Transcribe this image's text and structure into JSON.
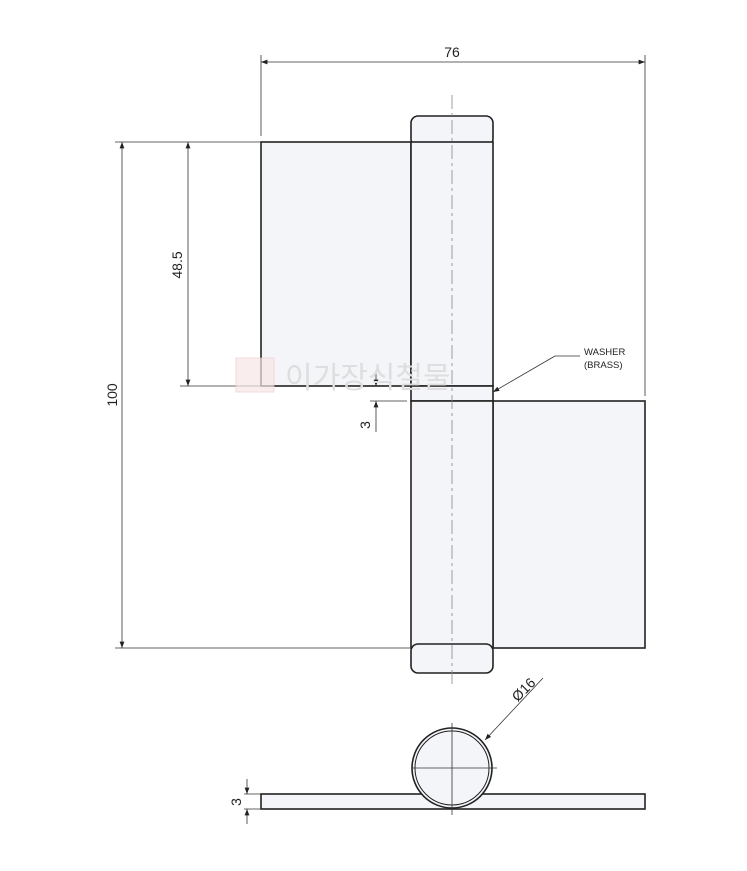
{
  "drawing": {
    "dimensions": {
      "width": "76",
      "height": "100",
      "leaf_height": "48.5",
      "washer_gap": "3",
      "pin_diameter": "Ø16",
      "plate_thickness": "3"
    },
    "callout": {
      "line1": "WASHER",
      "line2": "(BRASS)"
    },
    "watermark": "이가장식철물",
    "colors": {
      "line": "#222222",
      "fill": "#f4f5f9",
      "watermark": "#f0d8d8"
    }
  }
}
